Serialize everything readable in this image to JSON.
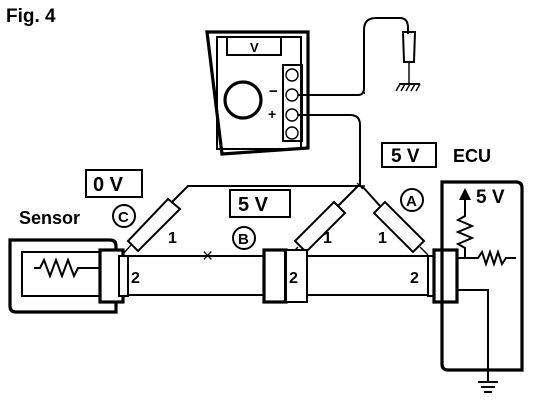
{
  "figure": {
    "label": "Fig. 4"
  },
  "meter": {
    "display": "V",
    "minus_mark": "−",
    "plus_mark": "+"
  },
  "readings": {
    "ecu_voltage": "5 V",
    "point_b_voltage": "5 V",
    "sensor_voltage": "0 V"
  },
  "labels": {
    "ecu": "ECU",
    "sensor": "Sensor",
    "point_a": "A",
    "point_b": "B",
    "point_c": "C",
    "ecu_supply": "5 V"
  },
  "wire_numbers": {
    "c_probe": "1",
    "b_probe": "1",
    "a_probe": "1",
    "sensor_side": "2",
    "middle_connector": "2",
    "ecu_side": "2"
  },
  "fault_mark": "×"
}
